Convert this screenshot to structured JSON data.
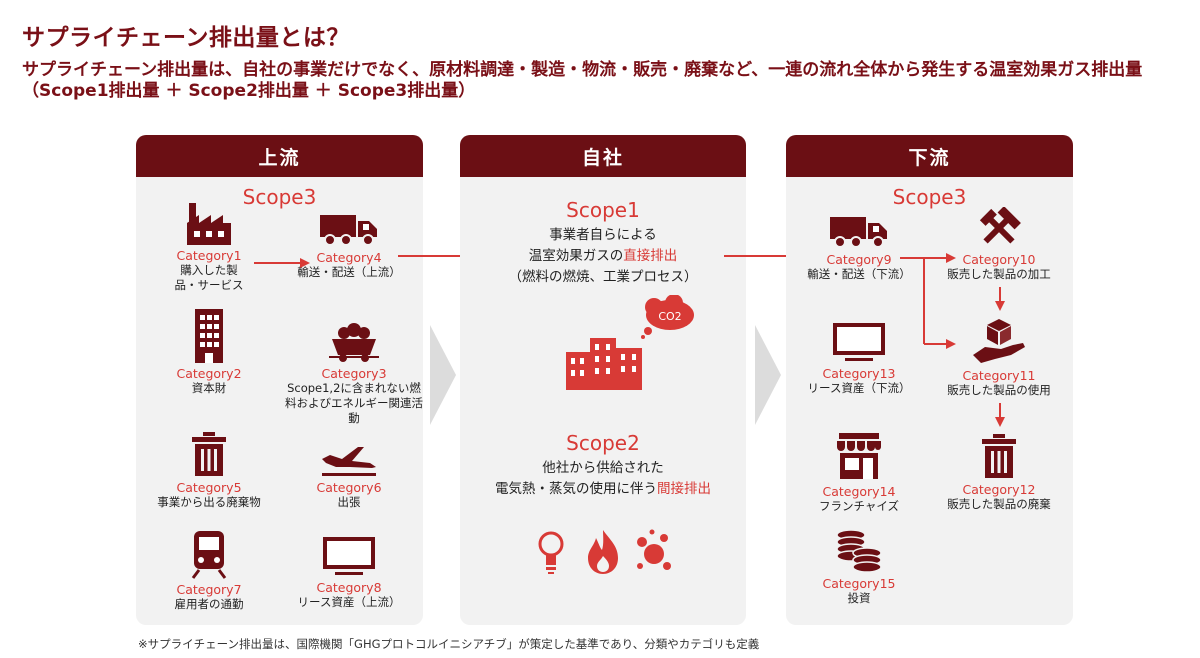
{
  "header": {
    "title": "サプライチェーン排出量とは？",
    "subtitle": "サプライチェーン排出量は、自社の事業だけでなく、原材料調達・製造・物流・販売・廃棄など、一連の流れ全体から発生する温室効果ガス排出量（Scope1排出量 ＋ Scope2排出量 ＋ Scope3排出量）"
  },
  "upstream": {
    "heading": "上流",
    "scope": "Scope3",
    "items": [
      {
        "category": "Category1",
        "desc": "購入した製品・サービス",
        "icon": "factory-icon"
      },
      {
        "category": "Category4",
        "desc": "輸送・配送（上流）",
        "icon": "truck-icon"
      },
      {
        "category": "Category2",
        "desc": "資本財",
        "icon": "building-icon"
      },
      {
        "category": "Category3",
        "desc": "Scope1,2に含まれない燃料およびエネルギー関連活動",
        "icon": "coal-cart-icon"
      },
      {
        "category": "Category5",
        "desc": "事業から出る廃棄物",
        "icon": "trash-icon"
      },
      {
        "category": "Category6",
        "desc": "出張",
        "icon": "airplane-icon"
      },
      {
        "category": "Category7",
        "desc": "雇用者の通勤",
        "icon": "train-icon"
      },
      {
        "category": "Category8",
        "desc": "リース資産（上流）",
        "icon": "monitor-icon"
      }
    ]
  },
  "own": {
    "heading": "自社",
    "scope1": {
      "label": "Scope1",
      "line1": "事業者自らによる",
      "line2a": "温室効果ガスの",
      "line2b": "直接排出",
      "line3": "（燃料の燃焼、工業プロセス）",
      "co2": "CO2"
    },
    "scope2": {
      "label": "Scope2",
      "line1": "他社から供給された",
      "line2a": "電気熱・蒸気の使用に伴う",
      "line2b": "間接排出"
    }
  },
  "downstream": {
    "heading": "下流",
    "scope": "Scope3",
    "items": [
      {
        "category": "Category9",
        "desc": "輸送・配送（下流）",
        "icon": "truck-icon"
      },
      {
        "category": "Category10",
        "desc": "販売した製品の加工",
        "icon": "hammer-tools-icon"
      },
      {
        "category": "Category13",
        "desc": "リース資産（下流）",
        "icon": "monitor-icon"
      },
      {
        "category": "Category11",
        "desc": "販売した製品の使用",
        "icon": "hand-box-icon"
      },
      {
        "category": "Category14",
        "desc": "フランチャイズ",
        "icon": "shop-icon"
      },
      {
        "category": "Category12",
        "desc": "販売した製品の廃棄",
        "icon": "trash-icon"
      },
      {
        "category": "Category15",
        "desc": "投資",
        "icon": "coins-icon"
      }
    ]
  },
  "footnote": "※サプライチェーン排出量は、国際機関「GHGプロトコルイニシアチブ」が策定した基準であり、分類やカテゴリも定義",
  "colors": {
    "dark_red": "#6b0f14",
    "accent_red": "#d83a36",
    "panel_bg": "#f2f2f2",
    "title_red": "#7a1017"
  }
}
